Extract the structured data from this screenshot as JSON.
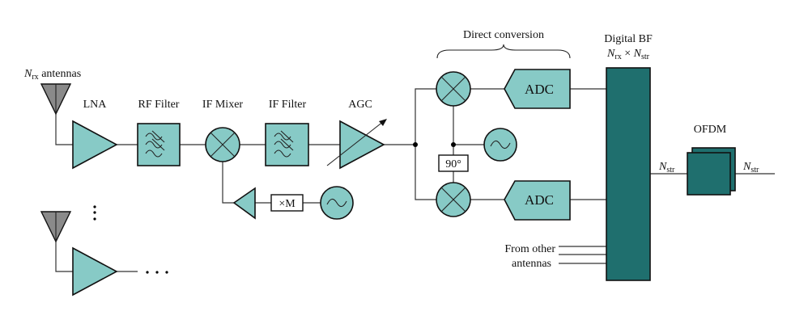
{
  "title": "Hybrid receiver block diagram with digital beamforming",
  "labels": {
    "antennas_prefix": "N",
    "antennas_sub": "rx",
    "antennas_suffix": " antennas",
    "lna": "LNA",
    "rf_filter": "RF Filter",
    "if_mixer": "IF Mixer",
    "if_filter": "IF Filter",
    "agc": "AGC",
    "multiplier": "×M",
    "direct_conversion": "Direct conversion",
    "phase_shift": "90°",
    "adc_top": "ADC",
    "adc_bottom": "ADC",
    "digital_bf": "Digital BF",
    "digital_bf_dim_n1": "N",
    "digital_bf_dim_sub1": "rx",
    "digital_bf_dim_times": " × ",
    "digital_bf_dim_n2": "N",
    "digital_bf_dim_sub2": "str",
    "ofdm": "OFDM",
    "nstr_in_n": "N",
    "nstr_in_sub": "str",
    "nstr_out_n": "N",
    "nstr_out_sub": "str",
    "from_other_line1": "From other",
    "from_other_line2": "antennas",
    "vertical_ellipsis": "⋮",
    "horizontal_ellipsis": "· · ·"
  },
  "colors": {
    "block_fill": "#87cac6",
    "beamformer_fill": "#1f6f6e",
    "antenna_fill": "#8a8a8a"
  }
}
